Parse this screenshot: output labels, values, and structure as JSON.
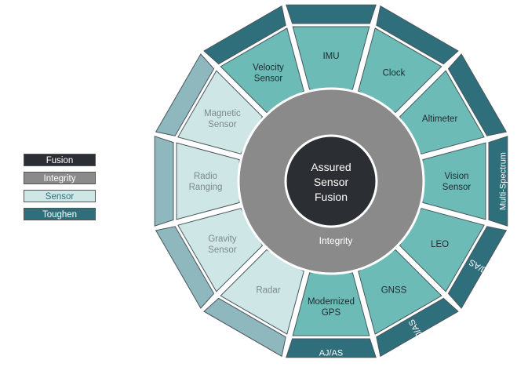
{
  "colors": {
    "fusion": "#2b2f33",
    "integrity": "#8a8a8a",
    "sensor_teal": "#6dbbb6",
    "sensor_light": "#cfe6e6",
    "toughen": "#2f6f7c",
    "toughen_light": "#8fb8be",
    "stroke": "#48565c"
  },
  "legend": [
    {
      "label": "Fusion",
      "color": "#2b2f33"
    },
    {
      "label": "Integrity",
      "color": "#8a8a8a"
    },
    {
      "label": "Sensor",
      "color": "#cfe6e6",
      "text_color": "#2f6f7c"
    },
    {
      "label": "Toughen",
      "color": "#2f6f7c"
    }
  ],
  "core": {
    "line1": "Assured",
    "line2": "Sensor",
    "line3": "Fusion"
  },
  "integrity_label": "Integrity",
  "sensors": [
    {
      "lines": [
        "IMU"
      ],
      "style": "teal"
    },
    {
      "lines": [
        "Clock"
      ],
      "style": "teal"
    },
    {
      "lines": [
        "Altimeter"
      ],
      "style": "teal"
    },
    {
      "lines": [
        "Vision",
        "Sensor"
      ],
      "style": "teal"
    },
    {
      "lines": [
        "LEO"
      ],
      "style": "teal"
    },
    {
      "lines": [
        "GNSS"
      ],
      "style": "teal"
    },
    {
      "lines": [
        "Modernized",
        "GPS"
      ],
      "style": "teal"
    },
    {
      "lines": [
        "Radar"
      ],
      "style": "light"
    },
    {
      "lines": [
        "Gravity",
        "Sensor"
      ],
      "style": "light"
    },
    {
      "lines": [
        "Radio",
        "Ranging"
      ],
      "style": "light"
    },
    {
      "lines": [
        "Magnetic",
        "Sensor"
      ],
      "style": "light"
    },
    {
      "lines": [
        "Velocity",
        "Sensor"
      ],
      "style": "teal"
    }
  ],
  "toughen": [
    {
      "label": "",
      "style": "dark"
    },
    {
      "label": "",
      "style": "dark"
    },
    {
      "label": "",
      "style": "dark"
    },
    {
      "label": "Multi-Spectrum",
      "style": "dark"
    },
    {
      "label": "AJ/AS",
      "style": "dark"
    },
    {
      "label": "AJ/AS",
      "style": "dark"
    },
    {
      "label": "AJ/AS",
      "style": "dark"
    },
    {
      "label": "",
      "style": "light"
    },
    {
      "label": "",
      "style": "light"
    },
    {
      "label": "",
      "style": "light"
    },
    {
      "label": "",
      "style": "light"
    },
    {
      "label": "",
      "style": "dark"
    }
  ]
}
